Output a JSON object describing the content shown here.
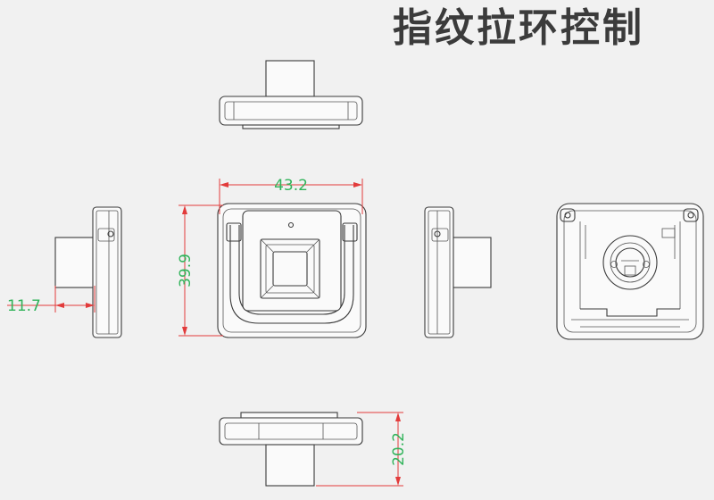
{
  "title": "指纹拉环控制",
  "dimensions": {
    "width": "43.2",
    "height": "39.9",
    "side_depth": "11.7",
    "bottom_depth": "20.2"
  },
  "colors": {
    "background": "#f1f1f1",
    "title": "#3b3b3b",
    "outline": "#3a3a3a",
    "dimension_line": "#e23b3b",
    "dimension_text": "#31b35a"
  }
}
